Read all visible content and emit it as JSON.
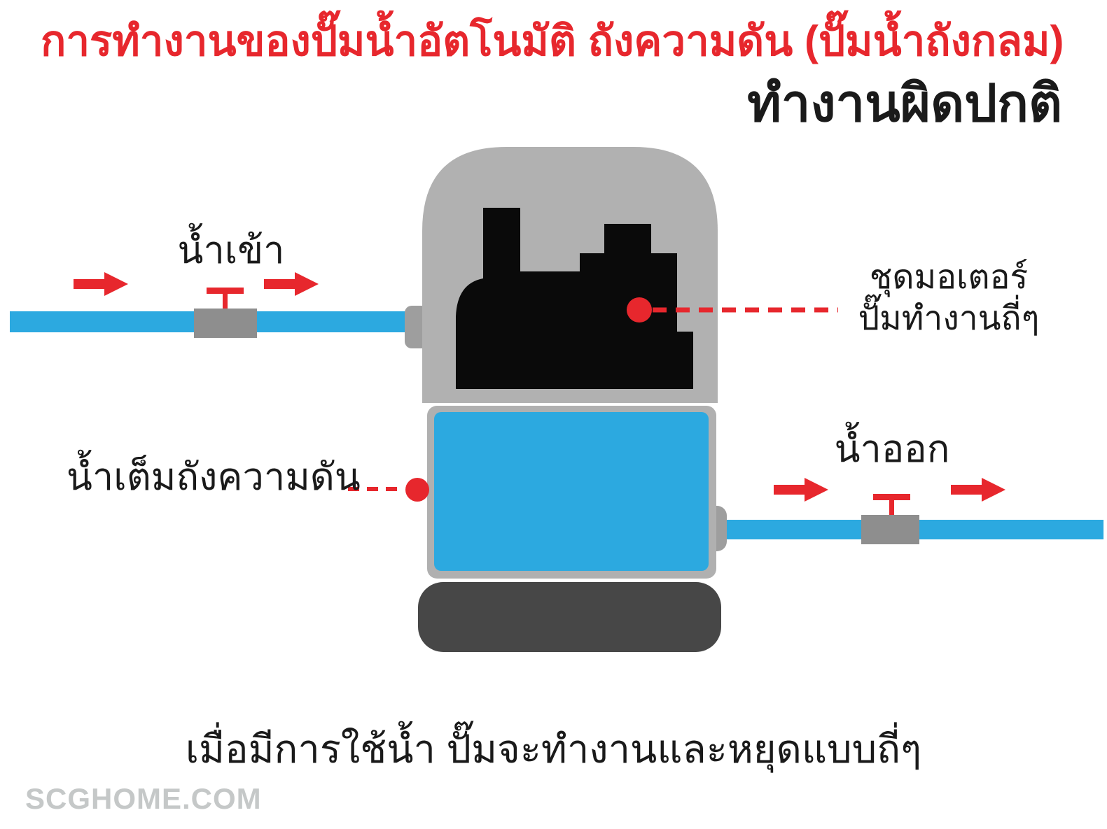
{
  "title": "การทำงานของปั๊มน้ำอัตโนมัติ ถังความดัน (ปั๊มน้ำถังกลม)",
  "subtitle": "ทำงานผิดปกติ",
  "diagram": {
    "labels": {
      "water_in": "น้ำเข้า",
      "water_out": "น้ำออก",
      "motor_line1": "ชุดมอเตอร์",
      "motor_line2": "ปั๊มทำงานถี่ๆ",
      "tank_full": "น้ำเต็มถังความดัน"
    },
    "icons": [
      "flow-arrow-icon",
      "valve-icon",
      "pump-motor-icon",
      "pressure-tank-icon",
      "callout-dot-icon"
    ]
  },
  "caption": "เมื่อมีการใช้น้ำ ปั๊มจะทำงานและหยุดแบบถี่ๆ",
  "watermark": "SCGHOME.COM",
  "colors": {
    "accent_red": "#e7272d",
    "water_blue": "#2ca9e0",
    "dome_gray": "#b1b1b1",
    "valve_gray": "#8e8e8e",
    "connector_gray": "#9e9e9e",
    "tank_border_gray": "#b0b0b0",
    "base_dark_gray": "#474747",
    "motor_black": "#0a0a0a",
    "text_black": "#1a1a1a",
    "watermark_gray": "#c5c8c8"
  }
}
